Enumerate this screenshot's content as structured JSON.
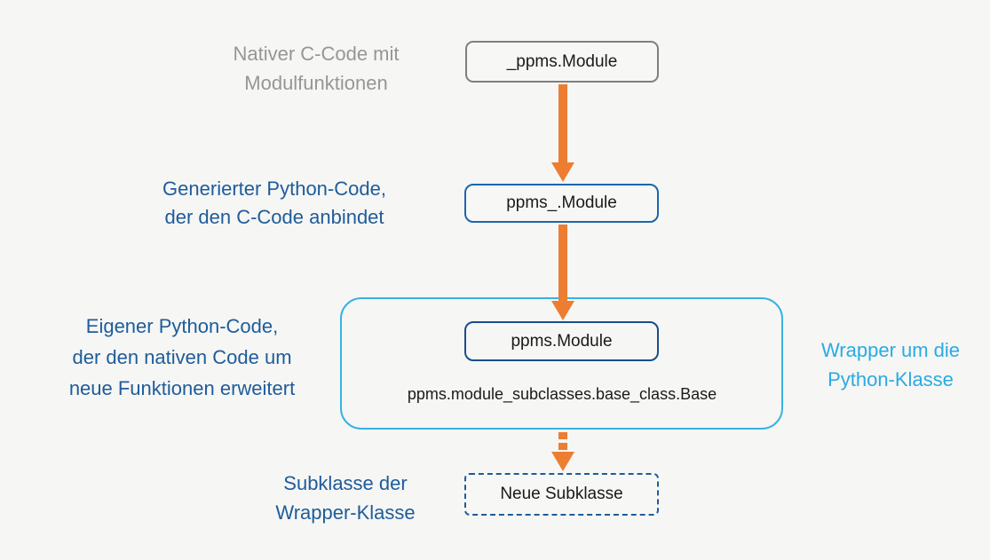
{
  "colors": {
    "background": "#f6f6f4",
    "orange_arrow": "#ed7d31",
    "gray_text": "#969696",
    "gray_border": "#7f7f7f",
    "dark_blue_text": "#1e5c9b",
    "blue_border": "#1c66ae",
    "navy_border": "#1a4e8a",
    "cyan_text": "#29abe2",
    "cyan_border": "#38b2e5"
  },
  "nodes": {
    "native": {
      "label": "_ppms.Module"
    },
    "generated": {
      "label": "ppms_.Module"
    },
    "wrapper": {
      "label": "ppms.Module"
    },
    "base": {
      "label": "ppms.module_subclasses.base_class.Base"
    },
    "subclass": {
      "label": "Neue Subklasse"
    }
  },
  "annotations": {
    "native": {
      "lines": [
        "Nativer C-Code mit",
        "Modulfunktionen"
      ]
    },
    "generated": {
      "lines": [
        "Generierter Python-Code,",
        "der den C-Code anbindet"
      ]
    },
    "own": {
      "lines": [
        "Eigener Python-Code,",
        "der den nativen Code um",
        "neue Funktionen erweitert"
      ]
    },
    "wrapper": {
      "lines": [
        "Wrapper um die",
        "Python-Klasse"
      ]
    },
    "subclass": {
      "lines": [
        "Subklasse der",
        "Wrapper-Klasse"
      ]
    }
  }
}
